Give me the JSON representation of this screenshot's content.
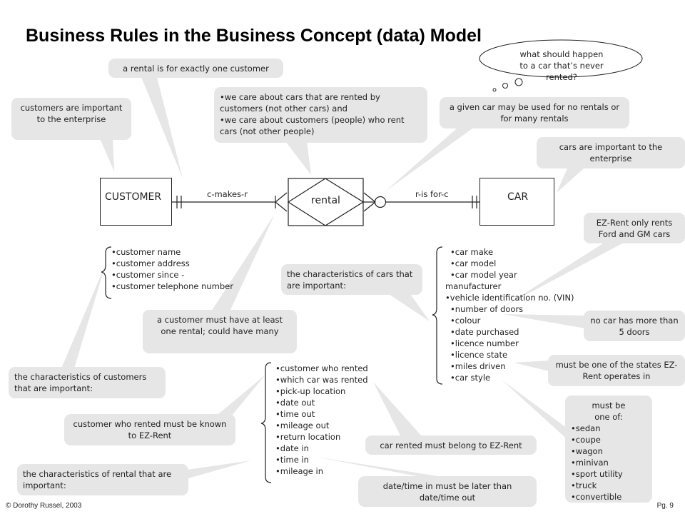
{
  "title": "Business Rules in the Business Concept (data) Model",
  "thought": "what should happen to a car that’s never rented?",
  "entities": {
    "customer": "CUSTOMER",
    "rental": "rental",
    "car": "CAR"
  },
  "relationships": {
    "left": "c-makes-r",
    "right": "r-is for-c"
  },
  "customer_attributes": [
    "customer name",
    "customer address",
    "customer since -",
    "customer telephone number"
  ],
  "car_attributes": [
    "car make",
    "car model",
    "car model year manufacturer",
    "vehicle identification no. (VIN)",
    "number of doors",
    "colour",
    "date purchased",
    "licence number",
    "licence state",
    "miles driven",
    "car style"
  ],
  "rental_attributes": [
    "customer who rented",
    "which car was rented",
    "pick-up location",
    "date out",
    "time out",
    "mileage out",
    "return location",
    "date in",
    "time in",
    "mileage in"
  ],
  "callouts": {
    "one_customer": "a rental is for exactly one customer",
    "customers_important": "customers are important to the enterprise",
    "we_care": [
      "we care about cars that are rented by customers (not other cars) and",
      "we care about customers (people) who rent cars (not other people)"
    ],
    "given_car": "a given car may be used for no rentals or for many rentals",
    "cars_important": "cars are important to the enterprise",
    "ez_rent_ford": "EZ-Rent only rents Ford and GM cars",
    "car_characteristics": "the characteristics of cars that are important:",
    "customer_at_least": "a customer must have at least one rental; could have many",
    "no_car_doors": "no car has more than 5 doors",
    "states": "must be one of the states EZ-Rent operates in",
    "customer_characteristics": "the characteristics of customers that are important:",
    "customer_known": "customer who rented must be known to EZ-Rent",
    "car_belong": "car rented must belong to EZ-Rent",
    "must_be_one_of": "must be one of:",
    "styles": [
      "sedan",
      "coupe",
      "wagon",
      "minivan",
      "sport utility",
      "truck",
      "convertible"
    ],
    "rental_characteristics": "the characteristics of rental that are important:",
    "date_later": "date/time in must be later than date/time out"
  },
  "footer": {
    "copyright": "© Dorothy Russel, 2003",
    "page": "Pg. 9"
  },
  "colors": {
    "callout": "#e6e6e6",
    "line": "#222222"
  }
}
